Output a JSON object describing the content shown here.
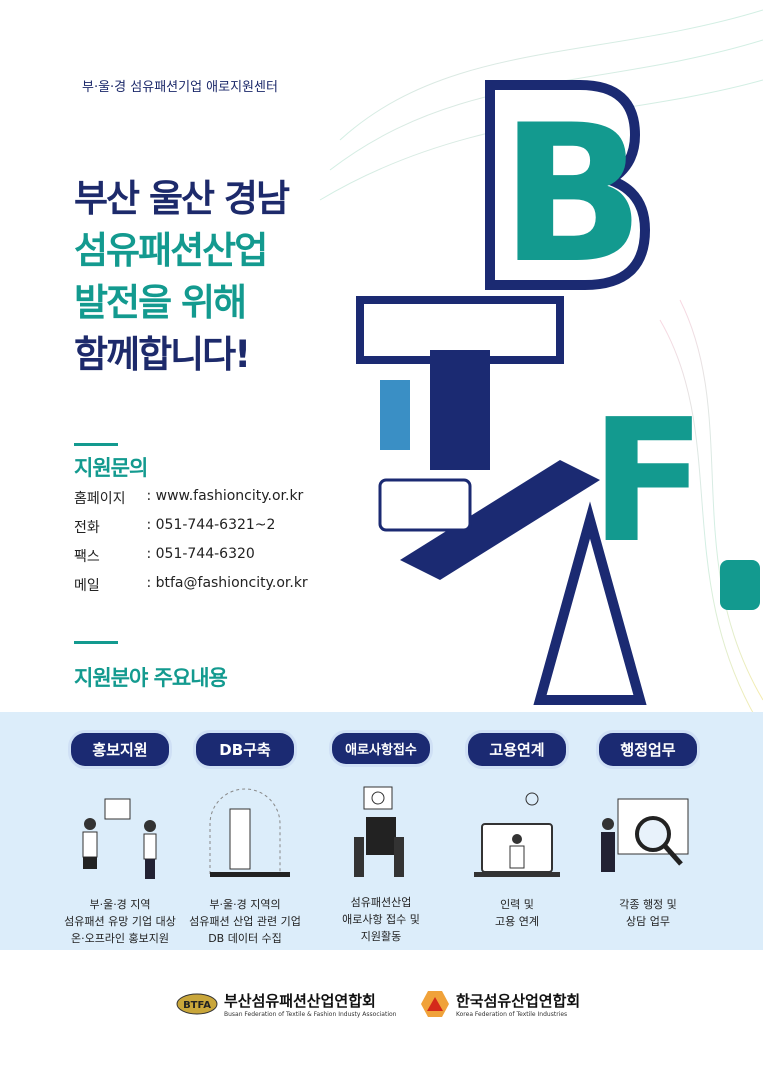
{
  "subtitle": "부·울·경 섬유패션기업 애로지원센터",
  "headline": [
    "부산 울산 경남",
    "섬유패션산업",
    "발전을 위해",
    "함께합니다!"
  ],
  "contact": {
    "heading": "지원문의",
    "rows": [
      {
        "label": "홈페이지",
        "value": "www.fashioncity.or.kr"
      },
      {
        "label": "전화",
        "value": "051-744-6321~2"
      },
      {
        "label": "팩스",
        "value": "051-744-6320"
      },
      {
        "label": "메일",
        "value": "btfa@fashioncity.or.kr"
      }
    ]
  },
  "illustration": {
    "letters": [
      "B",
      "T",
      "F",
      "A"
    ]
  },
  "services": {
    "heading": "지원분야 주요내용",
    "items": [
      {
        "label": "홍보지원",
        "desc": [
          "부·울·경 지역",
          "섬유패션 유망 기업 대상",
          "온·오프라인 홍보지원"
        ]
      },
      {
        "label": "DB구축",
        "desc": [
          "부·울·경 지역의",
          "섬유패션 산업 관련 기업",
          "DB 데이터 수집"
        ]
      },
      {
        "label": "애로사항접수",
        "desc": [
          "섬유패션산업",
          "애로사항 접수 및",
          "지원활동"
        ]
      },
      {
        "label": "고용연계",
        "desc": [
          "인력 및",
          "고용 연계"
        ]
      },
      {
        "label": "행정업무",
        "desc": [
          "각종 행정 및",
          "상담 업무"
        ]
      }
    ]
  },
  "footer": {
    "org1": {
      "badge": "BTFA",
      "name": "부산섬유패션산업연합회",
      "en": "Busan Federation of Textile & Fashion Industy Association"
    },
    "org2": {
      "name": "한국섬유산업연합회",
      "en": "Korea Federation of Textile Industries"
    }
  },
  "colors": {
    "navy": "#1d2a6b",
    "teal": "#139a8f",
    "band": "#dcedfa"
  }
}
